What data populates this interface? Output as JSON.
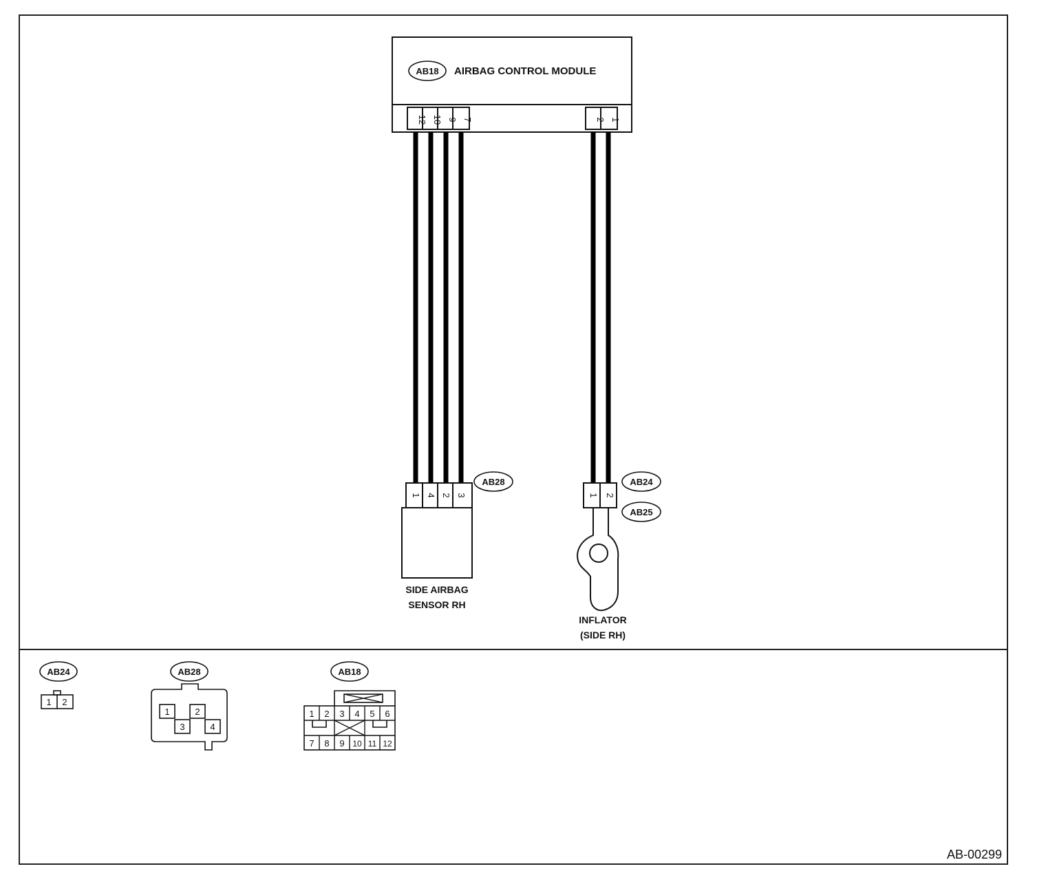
{
  "module": {
    "connector_id": "AB18",
    "name": "AIRBAG CONTROL MODULE",
    "terminals_left": [
      "12",
      "10",
      "9",
      "7"
    ],
    "terminals_right": [
      "2",
      "1"
    ]
  },
  "sensor": {
    "connector_id": "AB28",
    "terminals": [
      "1",
      "4",
      "2",
      "3"
    ],
    "label_line1": "SIDE AIRBAG",
    "label_line2": "SENSOR RH"
  },
  "inflator": {
    "connector_id_top": "AB24",
    "connector_id_bottom": "AB25",
    "terminals": [
      "1",
      "2"
    ],
    "label_line1": "INFLATOR",
    "label_line2": "(SIDE RH)"
  },
  "legend": {
    "ab24": {
      "id": "AB24",
      "pins": [
        "1",
        "2"
      ]
    },
    "ab28": {
      "id": "AB28",
      "pins": [
        "1",
        "2",
        "3",
        "4"
      ]
    },
    "ab18": {
      "id": "AB18",
      "top_pins": [
        "1",
        "2",
        "3",
        "4",
        "5",
        "6"
      ],
      "bottom_pins": [
        "7",
        "8",
        "9",
        "10",
        "11",
        "12"
      ]
    }
  },
  "figure_code": "AB-00299"
}
